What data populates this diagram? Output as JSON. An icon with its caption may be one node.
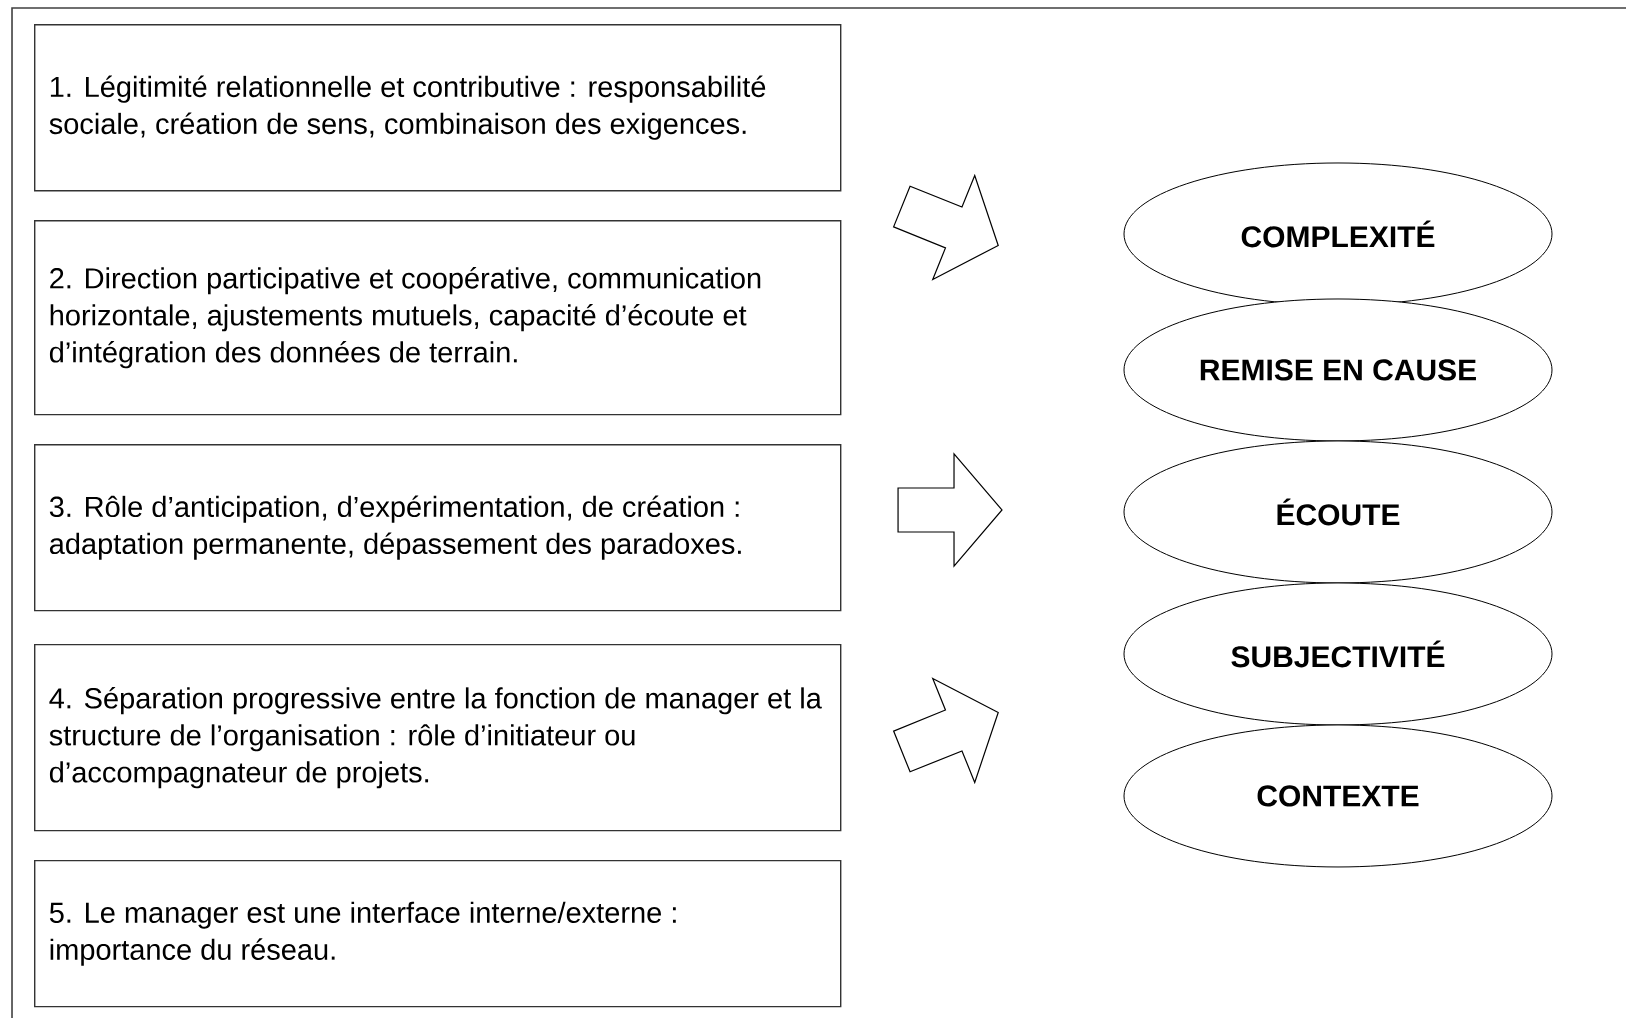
{
  "diagram": {
    "nodes": [
      {
        "text": [
          "1. Légitimité relationnelle et contributive : responsabilité sociale, création de sens, combinaison des exigences."
        ]
      },
      {
        "text": [
          "2. Direction participative et coopérative, communication horizontale, ajustements mutuels, capacité d’écoute et d’intégration des données de terrain."
        ]
      },
      {
        "text": [
          "3. Rôle d’anticipation, d’expérimentation, de création : adaptation permanente, dépassement des paradoxes."
        ]
      },
      {
        "text": [
          "4. Séparation progressive entre la fonction de manager et la structure de l’organisation : rôle d’initiateur ou d’accompagnateur de projets."
        ]
      },
      {
        "text": [
          "5. Le manager est une interface interne/externe : importance du réseau."
        ]
      },
      {
        "text": [
          "COMPLEXITÉ"
        ]
      },
      {
        "text": [
          "REMISE EN CAUSE"
        ]
      },
      {
        "text": [
          "ÉCOUTE"
        ]
      },
      {
        "text": [
          "SUBJECTIVITÉ"
        ]
      },
      {
        "text": [
          "CONTEXTE"
        ]
      }
    ]
  }
}
